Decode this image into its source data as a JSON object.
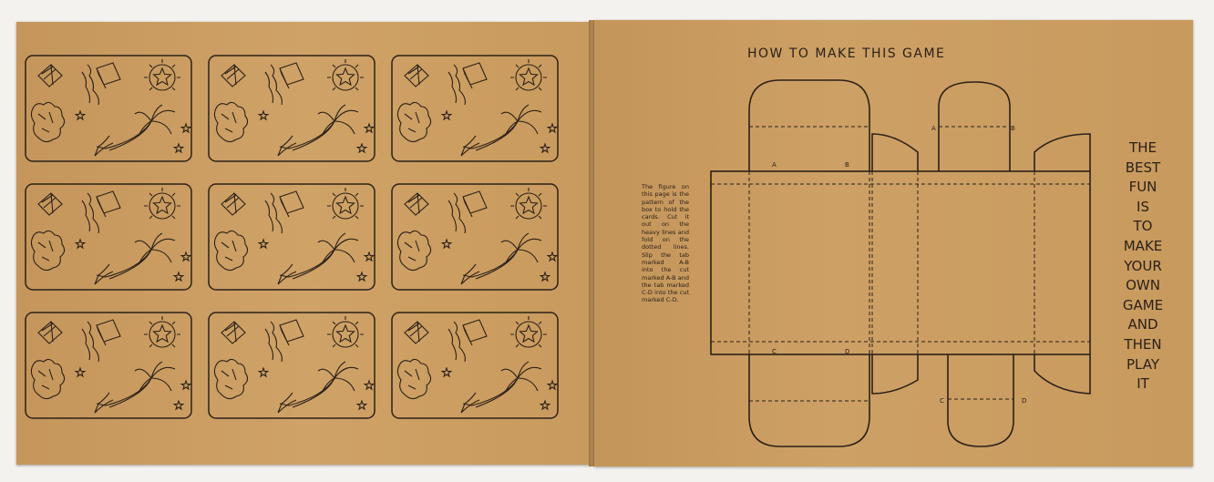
{
  "left_page": {
    "card_rows": 3,
    "card_cols": 3,
    "card_icons": [
      "open-book-icon",
      "treasure-chest-icon",
      "star-burst-icon",
      "bush-icon",
      "palm-tree-icon",
      "small-star-icon",
      "wave-icon"
    ]
  },
  "right_page": {
    "title": "HOW TO MAKE THIS GAME",
    "instructions": "The figure on this page is the pattern of the box to hold the cards. Cut it out on the heavy lines and fold on the dotted lines. Slip the tab marked A-B into the cut marked A-B and the tab marked C-D into the cut marked C-D.",
    "slogan": [
      "THE",
      "BEST",
      "FUN",
      "IS",
      "TO",
      "MAKE",
      "YOUR",
      "OWN",
      "GAME",
      "AND",
      "THEN",
      "PLAY",
      "IT"
    ],
    "pattern_labels": {
      "a": "A",
      "b": "B",
      "c": "C",
      "d": "D"
    }
  },
  "colors": {
    "paper": "#c99c61",
    "ink": "#2b2118",
    "background": "#f4f2ef"
  }
}
